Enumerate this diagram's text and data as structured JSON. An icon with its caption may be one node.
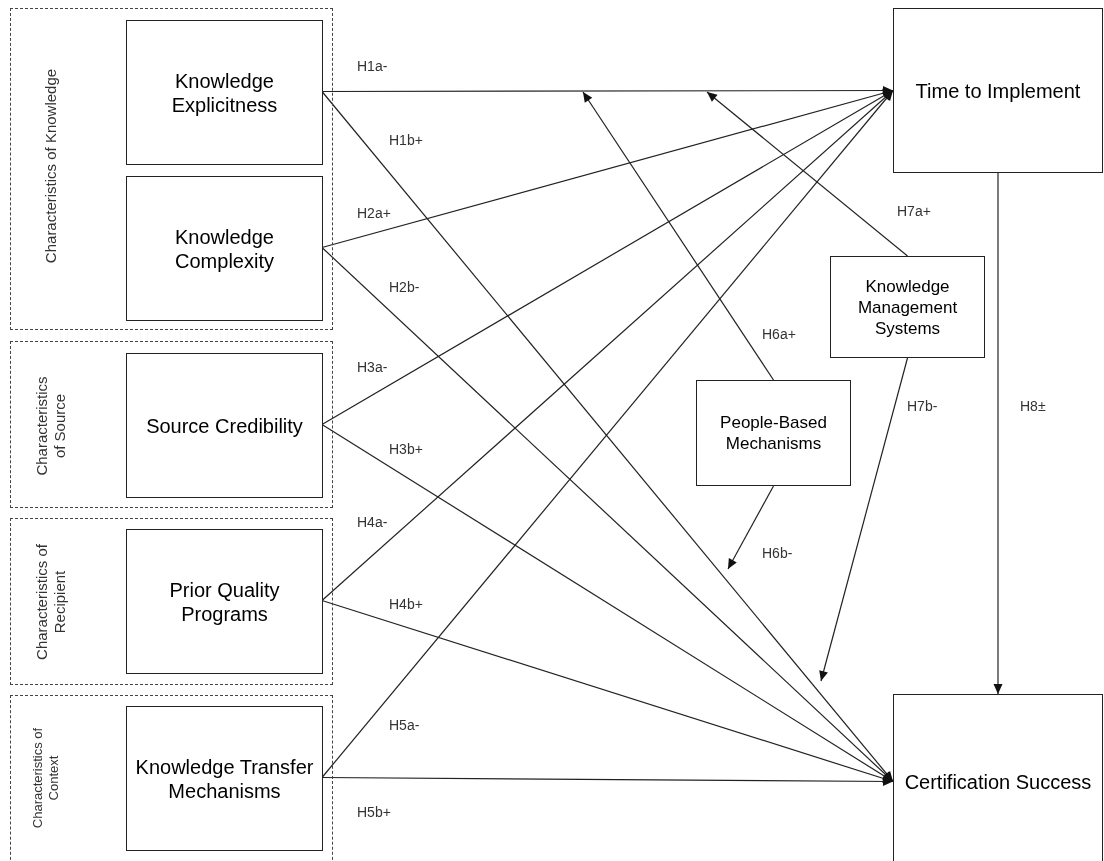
{
  "diagram": {
    "nodes": [
      {
        "text": [
          "Characteristics of Knowledge"
        ]
      },
      {
        "text": [
          "Knowledge Explicitness"
        ],
        "in": 0
      },
      {
        "text": [
          "Knowledge Complexity"
        ],
        "in": 0
      },
      {
        "text": [
          "Characteristics of Source"
        ]
      },
      {
        "text": [
          "Source Credibility"
        ],
        "in": 3
      },
      {
        "text": [
          "Characteristics of Recipient"
        ]
      },
      {
        "text": [
          "Prior Quality Programs"
        ],
        "in": 5
      },
      {
        "text": [
          "Characteristics of Context"
        ]
      },
      {
        "text": [
          "Knowledge Transfer Mechanisms"
        ],
        "in": 7
      },
      {
        "text": [
          "Time to Implement"
        ]
      },
      {
        "text": [
          "Knowledge Management Systems"
        ]
      },
      {
        "text": [
          "People-Based Mechanisms"
        ]
      },
      {
        "text": [
          "Certification Success"
        ]
      }
    ],
    "edges": [
      {
        "from": 1,
        "to": 9,
        "arrow": "to",
        "label": "H1a-"
      },
      {
        "from": 1,
        "to": 12,
        "arrow": "to",
        "label": "H1b+"
      },
      {
        "from": 2,
        "to": 9,
        "arrow": "to",
        "label": "H2a+"
      },
      {
        "from": 2,
        "to": 12,
        "arrow": "to",
        "label": "H2b-"
      },
      {
        "from": 4,
        "to": 9,
        "arrow": "to",
        "label": "H3a-"
      },
      {
        "from": 4,
        "to": 12,
        "arrow": "to",
        "label": "H3b+"
      },
      {
        "from": 6,
        "to": 9,
        "arrow": "to",
        "label": "H4a-"
      },
      {
        "from": 6,
        "to": 12,
        "arrow": "to",
        "label": "H4b+"
      },
      {
        "from": 8,
        "to": 9,
        "arrow": "to",
        "label": "H5a-"
      },
      {
        "from": 8,
        "to": 12,
        "arrow": "to",
        "label": "H5b+"
      },
      {
        "from": 11,
        "to": null,
        "arrow": "to",
        "label": "H6a+"
      },
      {
        "from": 10,
        "to": null,
        "arrow": "to",
        "label": "H7a+"
      },
      {
        "from": 11,
        "to": null,
        "arrow": "to",
        "label": "H6b-"
      },
      {
        "from": 10,
        "to": null,
        "arrow": "to",
        "label": "H7b-"
      },
      {
        "from": 9,
        "to": 12,
        "arrow": "to",
        "label": "H8±"
      }
    ]
  }
}
